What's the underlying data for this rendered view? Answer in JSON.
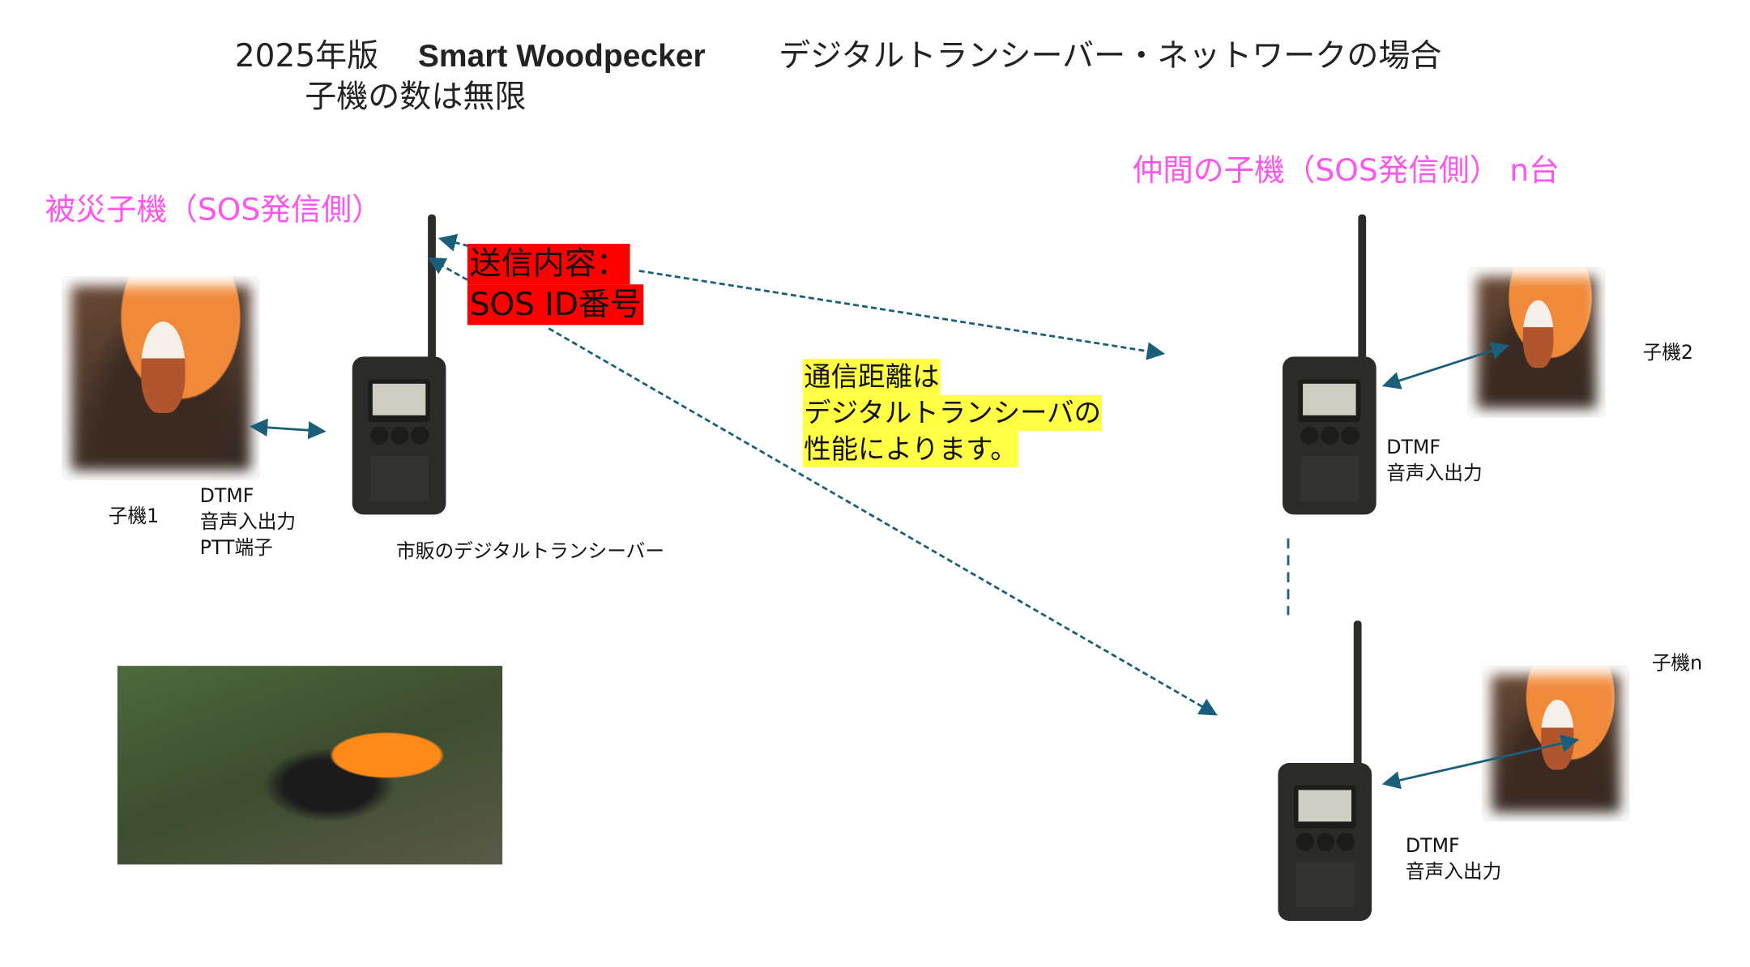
{
  "title": {
    "year": "2025年版",
    "product": "Smart Woodpecker",
    "subtitle": "デジタルトランシーバー・ネットワークの場合",
    "line2": "子機の数は無限"
  },
  "headings": {
    "victim": "被災子機（SOS発信側）",
    "peers": "仲間の子機（SOS発信側） n台"
  },
  "transmit_box": {
    "line1": "送信内容：",
    "line2": "SOS ID番号"
  },
  "range_note": {
    "line1": "通信距離は",
    "line2": "デジタルトランシーバの",
    "line3": "性能によります。"
  },
  "unit1": {
    "name": "子機1",
    "ports": [
      "DTMF",
      "音声入出力",
      "PTT端子"
    ],
    "radio_label": "市販のデジタルトランシーバー"
  },
  "unit2": {
    "name": "子機2",
    "ports": [
      "DTMF",
      "音声入出力"
    ]
  },
  "unitn": {
    "name": "子機n",
    "ports": [
      "DTMF",
      "音声入出力"
    ]
  },
  "colors": {
    "heading": "#ff55ee",
    "link": "#1a5f7a",
    "transmit_bg": "#ff0000",
    "note_bg": "#ffff44",
    "radio": "#2b2b28"
  }
}
